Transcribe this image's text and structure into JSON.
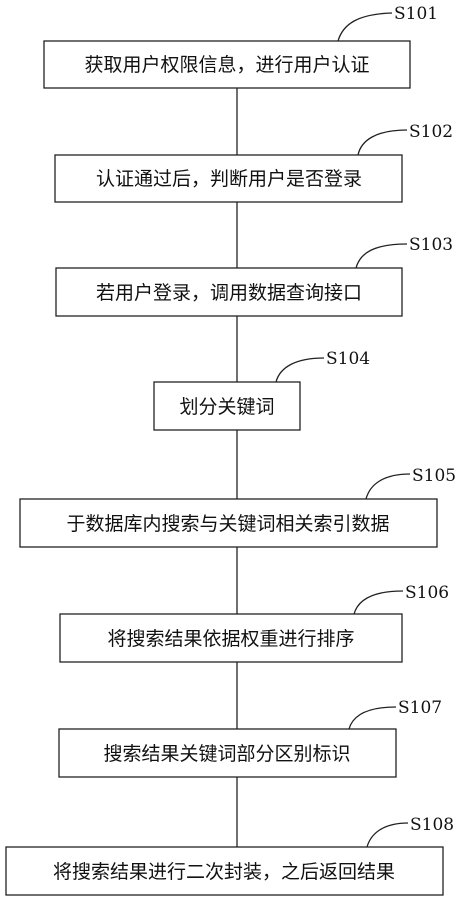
{
  "steps": [
    {
      "id": "S101",
      "text": "获取用户权限信息，进行用户认证"
    },
    {
      "id": "S102",
      "text": "认证通过后，判断用户是否登录"
    },
    {
      "id": "S103",
      "text": "若用户登录，调用数据查询接口"
    },
    {
      "id": "S104",
      "text": "划分关键词"
    },
    {
      "id": "S105",
      "text": "于数据库内搜索与关键词相关索引数据"
    },
    {
      "id": "S106",
      "text": "将搜索结果依据权重进行排序"
    },
    {
      "id": "S107",
      "text": "搜索结果关键词部分区别标识"
    },
    {
      "id": "S108",
      "text": "将搜索结果进行二次封装，之后返回结果"
    }
  ]
}
